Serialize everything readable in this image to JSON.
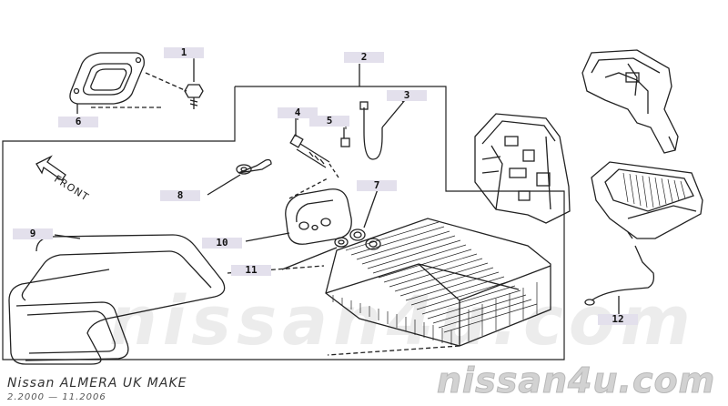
{
  "diagram": {
    "callouts": [
      {
        "id": "1",
        "label": "1"
      },
      {
        "id": "2",
        "label": "2"
      },
      {
        "id": "3",
        "label": "3"
      },
      {
        "id": "4",
        "label": "4"
      },
      {
        "id": "5",
        "label": "5"
      },
      {
        "id": "6",
        "label": "6"
      },
      {
        "id": "7",
        "label": "7"
      },
      {
        "id": "8",
        "label": "8"
      },
      {
        "id": "9",
        "label": "9"
      },
      {
        "id": "10",
        "label": "10"
      },
      {
        "id": "11",
        "label": "11"
      },
      {
        "id": "12",
        "label": "12"
      }
    ],
    "front_label": "FRONT"
  },
  "footer": {
    "title": "Nissan ALMERA UK MAKE",
    "date_range": "2.2000 — 11.2006",
    "brand": "nissan4u.com"
  },
  "watermark": "nissan4u.com",
  "colors": {
    "callout_bg": "#e3e0ec",
    "line": "#222222",
    "watermark": "#d2d2d2"
  }
}
